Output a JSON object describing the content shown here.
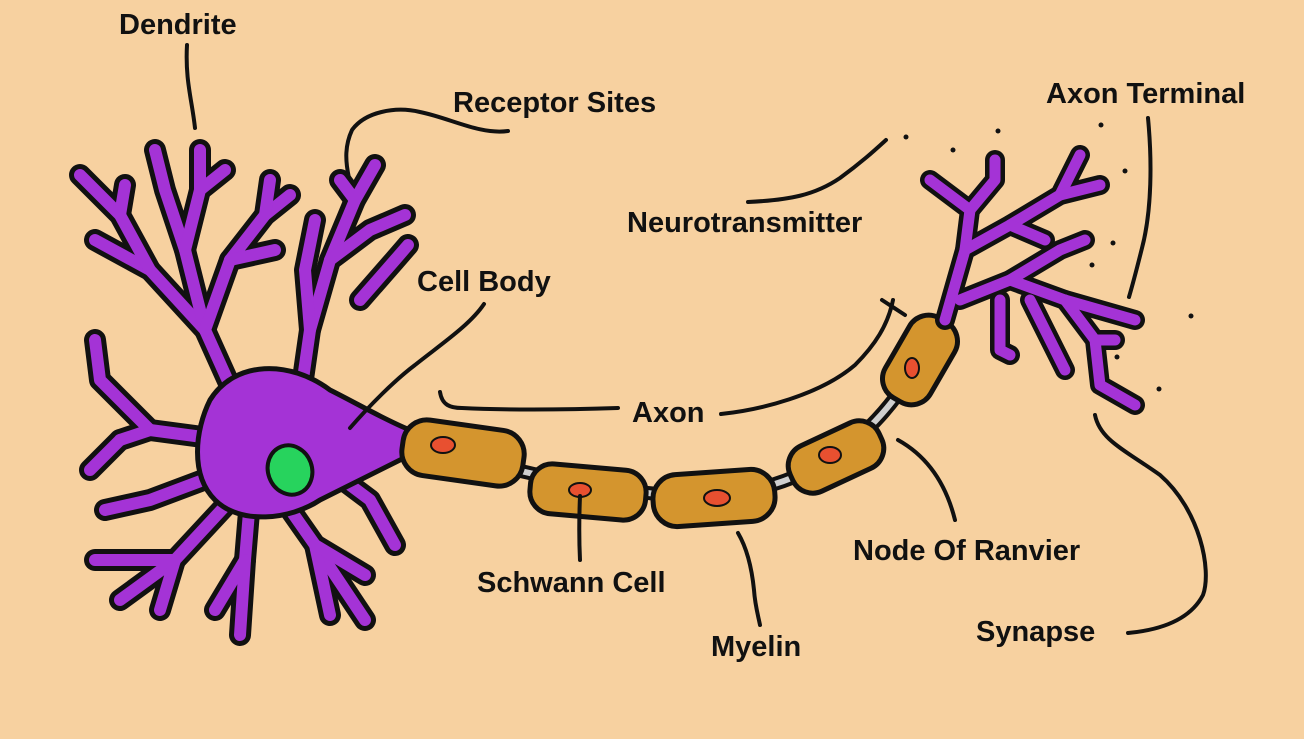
{
  "labels": {
    "dendrite": "Dendrite",
    "receptor_sites": "Receptor Sites",
    "cell_body": "Cell Body",
    "axon": "Axon",
    "neurotransmitter": "Neurotransmitter",
    "axon_terminal": "Axon Terminal",
    "schwann_cell": "Schwann Cell",
    "myelin": "Myelin",
    "node_of_ranvier": "Node Of Ranvier",
    "synapse": "Synapse"
  },
  "colors": {
    "background": "#f7d1a0",
    "neuron": "#a433d6",
    "myelin": "#d4952e",
    "nucleus": "#27d35d",
    "schwann_nucleus": "#e85030",
    "outline": "#111111",
    "node": "#cfcfcf"
  }
}
